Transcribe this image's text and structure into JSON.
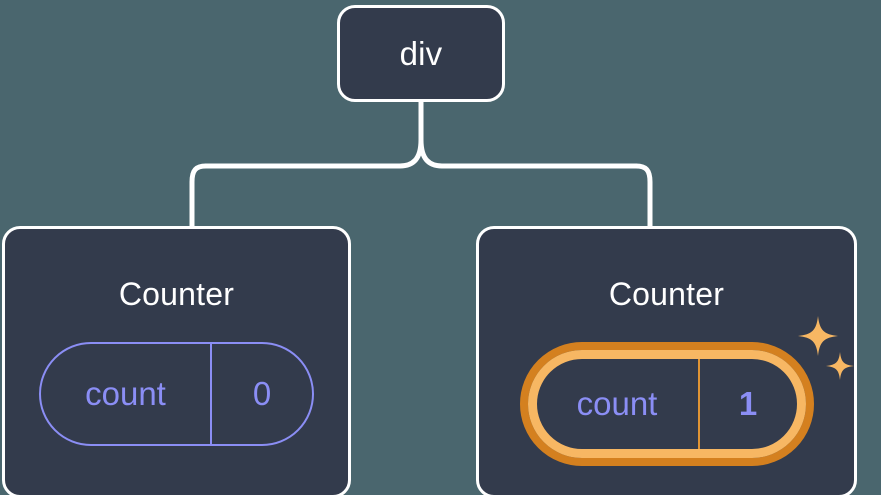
{
  "diagram": {
    "type": "component-tree",
    "background_color": "#4a666e",
    "node_fill_color": "#333b4c",
    "node_border_color": "#ffffff",
    "connector_color": "#ffffff",
    "state_accent_color": "#8b8ef5",
    "highlight_outer_color": "#d4801f",
    "highlight_inner_color": "#f7b763",
    "sparkle_color": "#f7b763"
  },
  "root": {
    "label": "div"
  },
  "children": [
    {
      "title": "Counter",
      "state": {
        "key": "count",
        "value": "0"
      },
      "highlighted": false,
      "sparkles": false
    },
    {
      "title": "Counter",
      "state": {
        "key": "count",
        "value": "1"
      },
      "highlighted": true,
      "sparkles": true
    }
  ],
  "icons": {
    "sparkle_large": "sparkle-icon",
    "sparkle_small": "sparkle-icon"
  }
}
